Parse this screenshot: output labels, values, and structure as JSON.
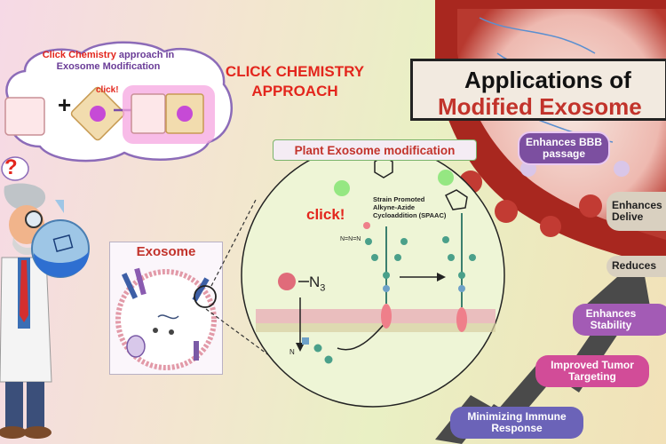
{
  "cloud": {
    "title_part1": "Click Chemistry",
    "title_part2": " approach in",
    "title_line2": "Exosome Modification",
    "click_label": "click!",
    "plus": "+"
  },
  "question_mark": "?",
  "main_title": {
    "line1": "CLICK CHEMISTRY",
    "line2": "APPROACH"
  },
  "applications_title": {
    "line1": "Applications of",
    "line2": "Modified Exosome"
  },
  "plant_label": "Plant Exosome modification",
  "exosome_label": "Exosome",
  "reaction": {
    "click": "click!",
    "spaac_line1": "Strain Promoted",
    "spaac_line2": "Alkyne-Azide",
    "spaac_line3": "Cycloaddition (SPAAC)",
    "azide_formula": "N=N=N",
    "azide_main": "N",
    "azide_sub": "3",
    "azide_small": "N"
  },
  "benefits": [
    {
      "text": "Enhances BBB passage",
      "color": "#7c4fa0"
    },
    {
      "text": "Enhances Delive",
      "color": "#c9bfae"
    },
    {
      "text": "Reduces",
      "color": "#c9bfae"
    },
    {
      "text": "Enhances Stability",
      "color": "#a35bb5"
    },
    {
      "text": "Improved Tumor Targeting",
      "color": "#d24c98"
    },
    {
      "text": "Minimizing Immune Response",
      "color": "#6b63b8"
    }
  ],
  "colors": {
    "title_red": "#e3261d",
    "purple": "#6a3c97",
    "membrane": "#e29aa8"
  }
}
